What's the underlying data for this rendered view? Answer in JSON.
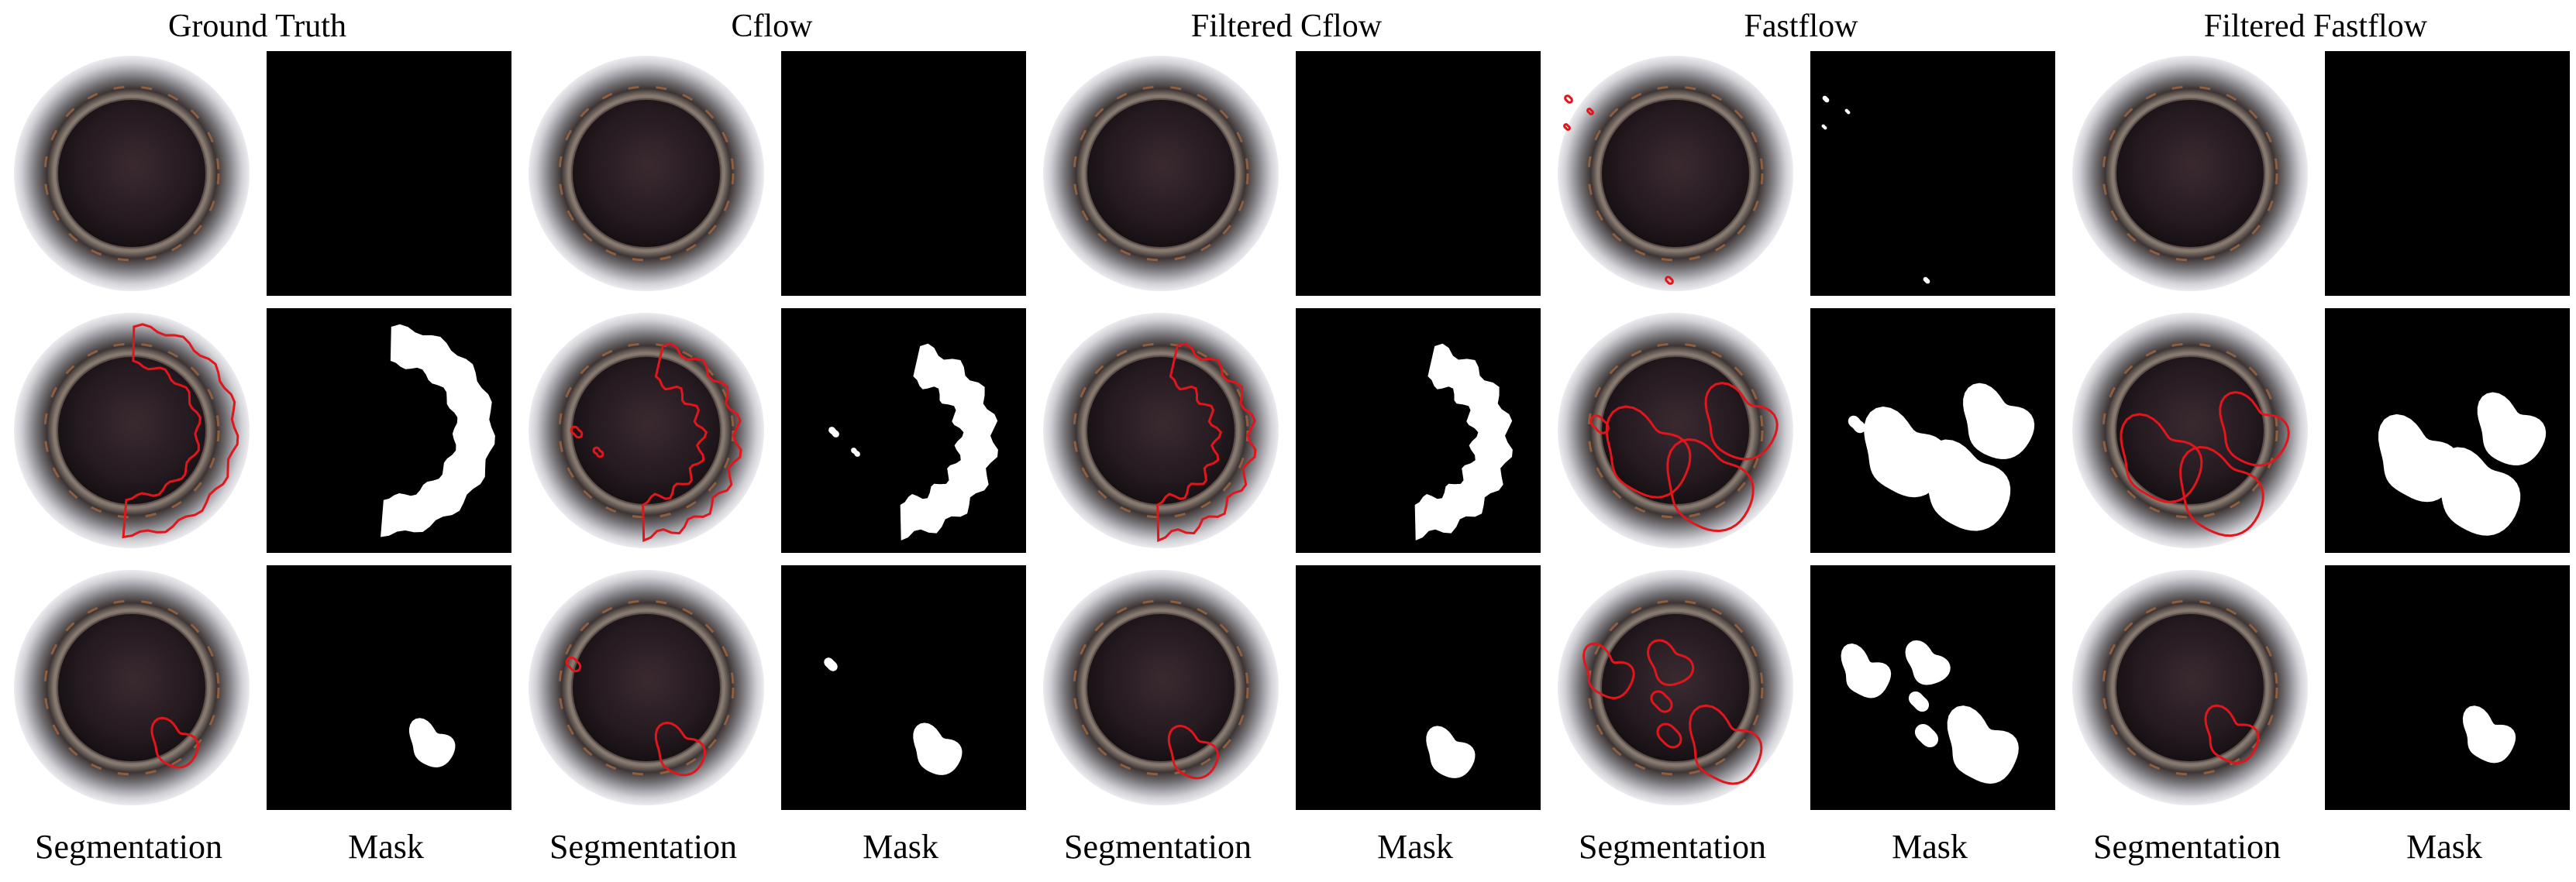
{
  "method_titles": [
    "Ground Truth",
    "Cflow",
    "Filtered Cflow",
    "Fastflow",
    "Filtered Fastflow"
  ],
  "column_labels": {
    "segmentation": "Segmentation",
    "mask": "Mask"
  },
  "colors": {
    "contour": "#e0161c",
    "mask_background": "#000000",
    "mask_region": "#ffffff"
  }
}
